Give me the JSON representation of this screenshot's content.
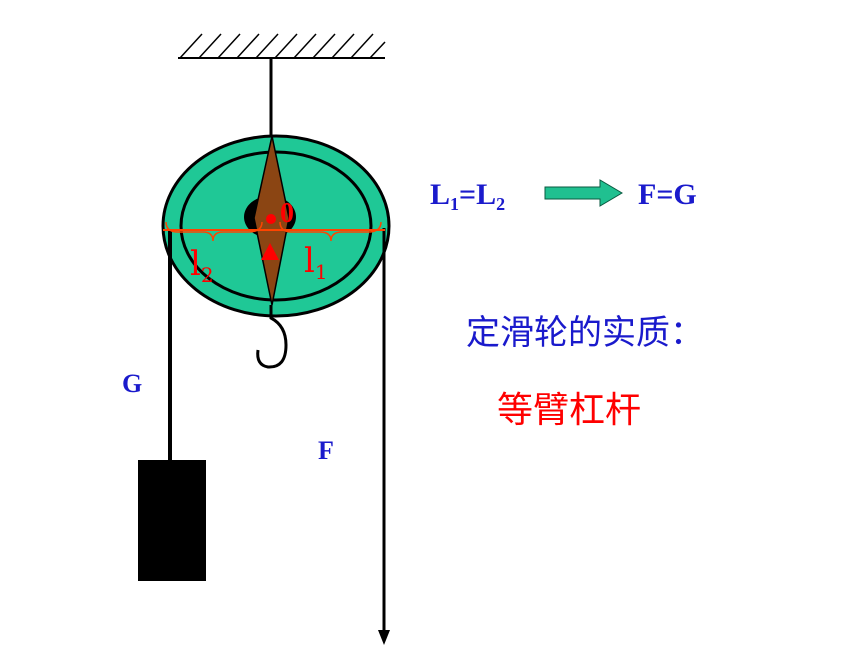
{
  "diagram": {
    "pivot_label": "0",
    "arm_left_letter": "l",
    "arm_left_sub": "2",
    "arm_right_letter": "l",
    "arm_right_sub": "1",
    "weight_label": "G",
    "force_label": "F",
    "eq_left_L": "L",
    "eq_left_sub1": "1",
    "eq_equals": "=L",
    "eq_left_sub2": "2",
    "eq_right": "F=G",
    "essence_title": "定滑轮的实质：",
    "essence_answer": "等臂杠杆"
  },
  "colors": {
    "pulley": "#1fc896",
    "blue_text": "#1a1acc",
    "red": "#ff0000",
    "arm_line": "#ff4400",
    "lever_brown": "#8b4513",
    "arrow_fill": "#20c090"
  }
}
